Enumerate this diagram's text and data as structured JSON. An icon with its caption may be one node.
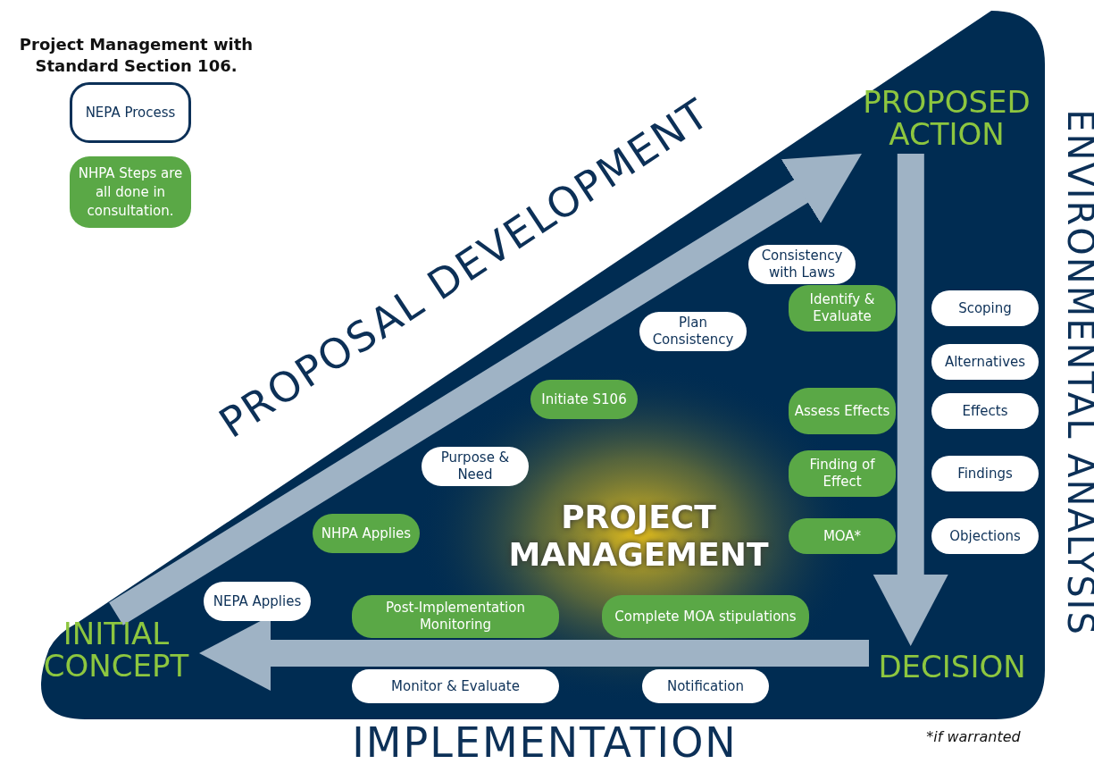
{
  "diagram": {
    "title": "Project Management with Standard Section 106.",
    "nodes": [
      {
        "text": [
          "PROJECT MANAGEMENT"
        ]
      },
      {
        "text": [
          "INITIAL CONCEPT"
        ],
        "in": 0
      },
      {
        "text": [
          "PROPOSED ACTION"
        ],
        "in": 0
      },
      {
        "text": [
          "DECISION"
        ],
        "in": 0
      },
      {
        "text": [
          "NEPA Applies"
        ],
        "in": 0
      },
      {
        "text": [
          "NHPA Applies"
        ],
        "in": 0
      },
      {
        "text": [
          "Purpose & Need"
        ],
        "in": 0
      },
      {
        "text": [
          "Initiate S106"
        ],
        "in": 0
      },
      {
        "text": [
          "Plan Consistency"
        ],
        "in": 0
      },
      {
        "text": [
          "Consistency with Laws"
        ],
        "in": 0
      },
      {
        "text": [
          "Identify & Evaluate"
        ],
        "in": 0
      },
      {
        "text": [
          "Scoping"
        ],
        "in": 0
      },
      {
        "text": [
          "Alternatives"
        ],
        "in": 0
      },
      {
        "text": [
          "Assess Effects"
        ],
        "in": 0
      },
      {
        "text": [
          "Effects"
        ],
        "in": 0
      },
      {
        "text": [
          "Finding of Effect"
        ],
        "in": 0
      },
      {
        "text": [
          "Findings"
        ],
        "in": 0
      },
      {
        "text": [
          "MOA*"
        ],
        "in": 0
      },
      {
        "text": [
          "Objections"
        ],
        "in": 0
      },
      {
        "text": [
          "Post-Implementation Monitoring"
        ],
        "in": 0
      },
      {
        "text": [
          "Complete MOA stipulations"
        ],
        "in": 0
      },
      {
        "text": [
          "Monitor & Evaluate"
        ],
        "in": 0
      },
      {
        "text": [
          "Notification"
        ],
        "in": 0
      }
    ],
    "edges": [
      {
        "from": 1,
        "to": 2,
        "arrow": "to"
      },
      {
        "from": 2,
        "to": 3,
        "arrow": "to"
      },
      {
        "from": 3,
        "to": 1,
        "arrow": "to"
      }
    ],
    "labels": [
      "PROPOSAL DEVELOPMENT",
      "ENVIRONMENTAL ANALYSIS",
      "IMPLEMENTATION",
      "*if warranted"
    ],
    "legend": [
      {
        "text": "NEPA Process",
        "color": "#ffffff"
      },
      {
        "text": "NHPA Steps are all done in consultation.",
        "color": "#5aa846"
      }
    ]
  }
}
